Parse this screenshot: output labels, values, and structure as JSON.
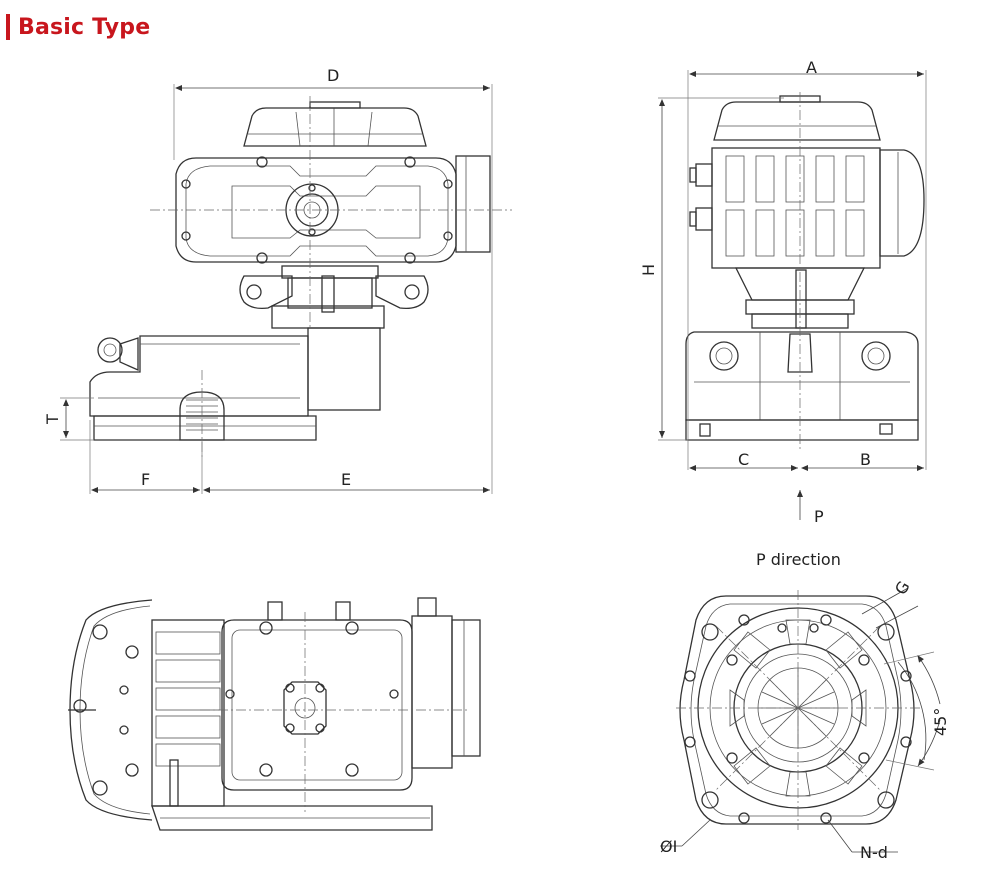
{
  "title": "Basic Type",
  "colors": {
    "accent": "#c8161d",
    "line": "#333333",
    "background": "#ffffff"
  },
  "dimensions": {
    "D": "D",
    "E": "E",
    "F": "F",
    "T": "T",
    "A": "A",
    "H": "H",
    "C": "C",
    "B": "B",
    "P": "P",
    "G": "G",
    "angle": "45°",
    "I": "ØI",
    "Nd": "N-d"
  },
  "view_label": "P direction"
}
